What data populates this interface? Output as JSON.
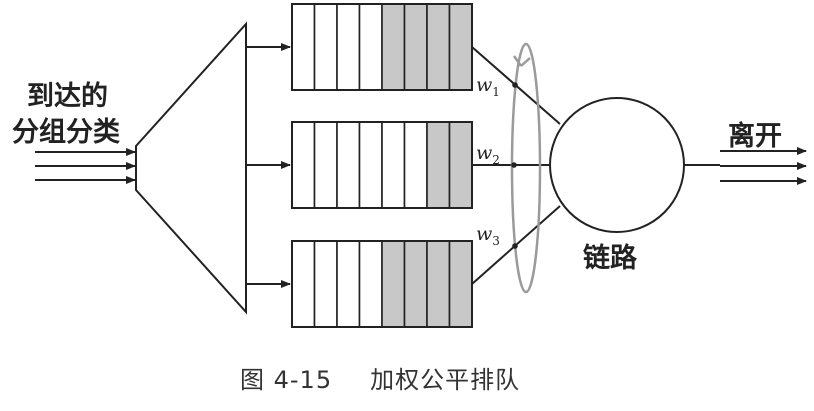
{
  "input_label_line1": "到达的",
  "input_label_line2": "分组分类",
  "output_label": "离开",
  "link_label": "链路",
  "weights": [
    {
      "symbol": "w",
      "index": "1"
    },
    {
      "symbol": "w",
      "index": "2"
    },
    {
      "symbol": "w",
      "index": "3"
    }
  ],
  "queues": [
    {
      "slots": 8,
      "filled": 4
    },
    {
      "slots": 8,
      "filled": 2
    },
    {
      "slots": 8,
      "filled": 4
    }
  ],
  "caption_number": "图 4-15",
  "caption_title": "加权公平排队",
  "colors": {
    "line": "#222222",
    "filled_slot": "#c8c8c8",
    "ring": "#9a9a9a"
  }
}
